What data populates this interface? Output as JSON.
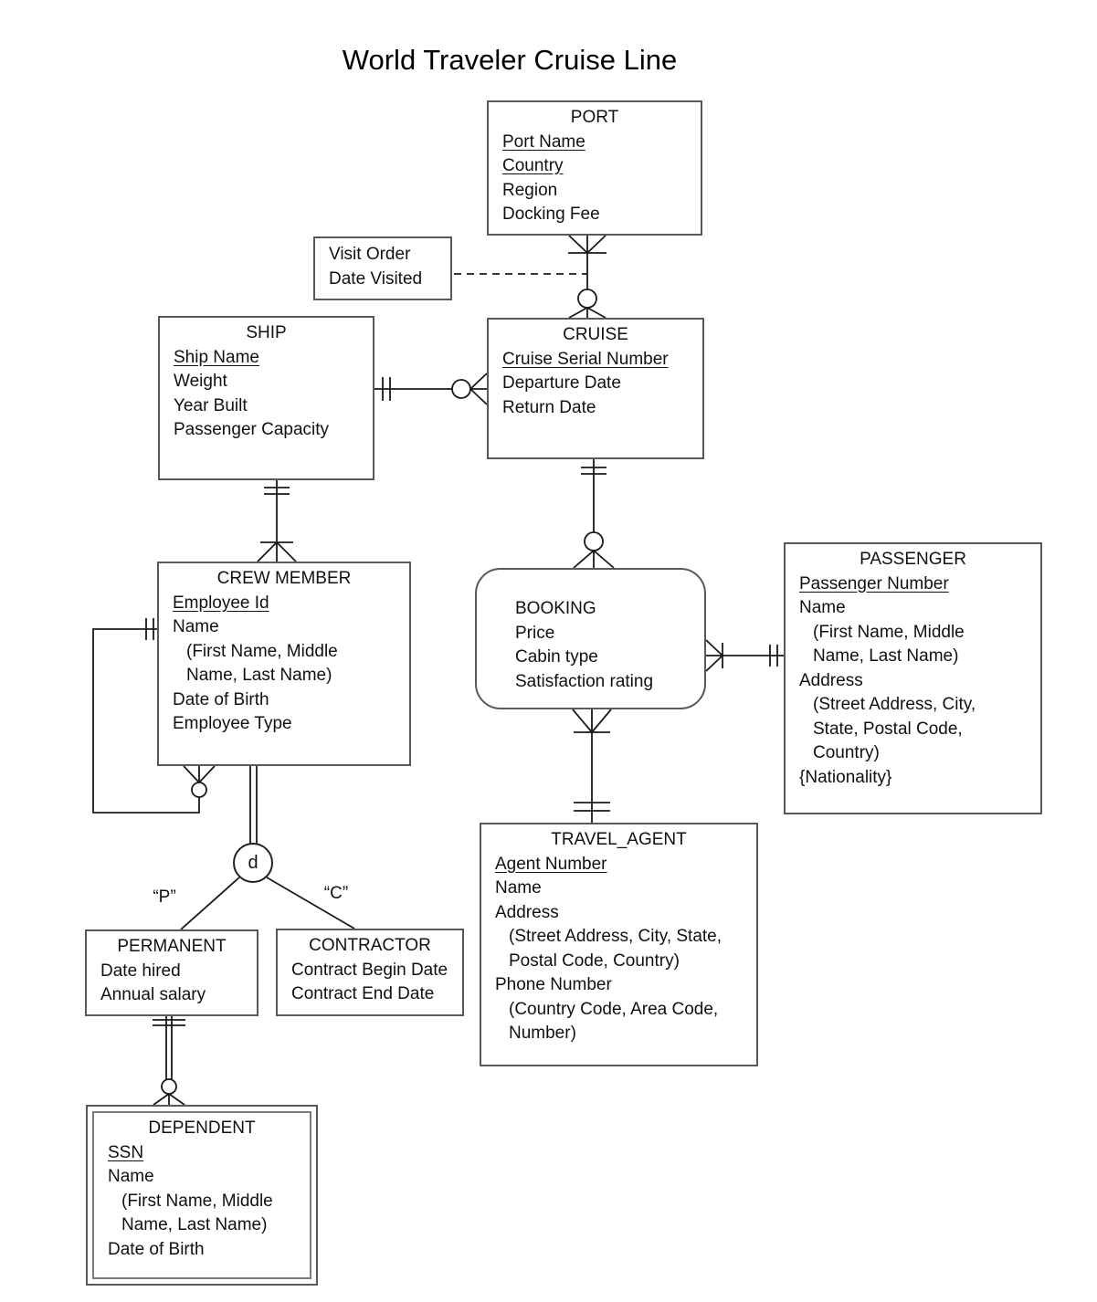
{
  "title": "World Traveler Cruise Line",
  "colors": {
    "line": "#1a1a1a",
    "box_border": "#595959",
    "background": "#ffffff"
  },
  "entities": {
    "port": {
      "name": "PORT",
      "attributes": [
        {
          "t": "Port Name",
          "u": true
        },
        {
          "t": "Country",
          "u": true
        },
        {
          "t": "Region"
        },
        {
          "t": "Docking Fee"
        }
      ]
    },
    "visit": {
      "attributes": [
        {
          "t": "Visit Order"
        },
        {
          "t": "Date Visited"
        }
      ]
    },
    "ship": {
      "name": "SHIP",
      "attributes": [
        {
          "t": "Ship Name",
          "u": true
        },
        {
          "t": "Weight"
        },
        {
          "t": "Year Built"
        },
        {
          "t": "Passenger Capacity"
        }
      ]
    },
    "cruise": {
      "name": "CRUISE",
      "attributes": [
        {
          "t": "Cruise Serial Number",
          "u": true
        },
        {
          "t": "Departure Date"
        },
        {
          "t": "Return Date"
        }
      ]
    },
    "crew_member": {
      "name": "CREW MEMBER",
      "attributes": [
        {
          "t": "Employee Id",
          "u": true
        },
        {
          "t": "Name"
        },
        {
          "t": "(First Name, Middle",
          "i": true
        },
        {
          "t": "Name, Last Name)",
          "i": true
        },
        {
          "t": "Date of Birth"
        },
        {
          "t": "Employee Type"
        }
      ]
    },
    "booking": {
      "name": "BOOKING",
      "attributes": [
        {
          "t": "Price"
        },
        {
          "t": "Cabin type"
        },
        {
          "t": "Satisfaction rating"
        }
      ]
    },
    "passenger": {
      "name": "PASSENGER",
      "attributes": [
        {
          "t": "Passenger Number",
          "u": true
        },
        {
          "t": "Name"
        },
        {
          "t": "(First Name, Middle",
          "i": true
        },
        {
          "t": "Name, Last Name)",
          "i": true
        },
        {
          "t": "Address"
        },
        {
          "t": "(Street Address, City,",
          "i": true
        },
        {
          "t": "State, Postal Code,",
          "i": true
        },
        {
          "t": "Country)",
          "i": true
        },
        {
          "t": "{Nationality}"
        }
      ]
    },
    "travel_agent": {
      "name": "TRAVEL_AGENT",
      "attributes": [
        {
          "t": "Agent Number",
          "u": true
        },
        {
          "t": "Name"
        },
        {
          "t": "Address"
        },
        {
          "t": "(Street Address, City, State,",
          "i": true
        },
        {
          "t": "Postal Code, Country)",
          "i": true
        },
        {
          "t": "Phone Number"
        },
        {
          "t": "(Country Code, Area Code,",
          "i": true
        },
        {
          "t": "Number)",
          "i": true
        }
      ]
    },
    "permanent": {
      "name": "PERMANENT",
      "attributes": [
        {
          "t": "Date hired"
        },
        {
          "t": "Annual salary"
        }
      ]
    },
    "contractor": {
      "name": "CONTRACTOR",
      "attributes": [
        {
          "t": "Contract Begin Date"
        },
        {
          "t": "Contract End Date"
        }
      ]
    },
    "dependent": {
      "name": "DEPENDENT",
      "attributes": [
        {
          "t": "SSN",
          "u": true
        },
        {
          "t": "Name"
        },
        {
          "t": "(First Name, Middle",
          "i": true
        },
        {
          "t": "Name, Last Name)",
          "i": true
        },
        {
          "t": "Date of Birth"
        }
      ]
    }
  },
  "labels": {
    "disjoint": "d",
    "permanent_branch": "“P”",
    "contractor_branch": "“C”"
  }
}
